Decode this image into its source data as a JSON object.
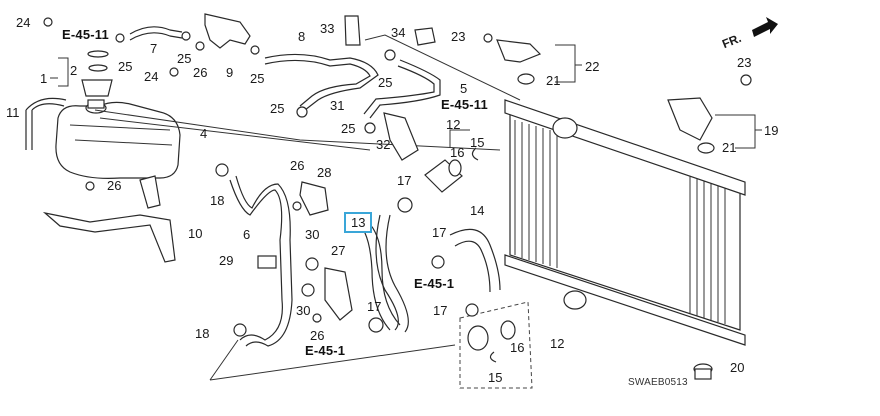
{
  "diagram": {
    "title": "Radiator hose / reserve tank parts diagram",
    "drawing_code": "SWAEB0513",
    "direction_marker": "FR.",
    "highlight_color": "#3aa6d8",
    "highlighted_part": "13",
    "reference_labels": [
      {
        "id": "ref-1",
        "text": "E-45-11"
      },
      {
        "id": "ref-2",
        "text": "E-45-11"
      },
      {
        "id": "ref-3",
        "text": "E-45-1"
      },
      {
        "id": "ref-4",
        "text": "E-45-1"
      }
    ],
    "callouts": [
      {
        "id": "c24a",
        "text": "24"
      },
      {
        "id": "c7",
        "text": "7"
      },
      {
        "id": "c25a",
        "text": "25"
      },
      {
        "id": "c25b",
        "text": "25"
      },
      {
        "id": "c26a",
        "text": "26"
      },
      {
        "id": "c9",
        "text": "9"
      },
      {
        "id": "c25c",
        "text": "25"
      },
      {
        "id": "c8",
        "text": "8"
      },
      {
        "id": "c33",
        "text": "33"
      },
      {
        "id": "c34",
        "text": "34"
      },
      {
        "id": "c23a",
        "text": "23"
      },
      {
        "id": "c22",
        "text": "22"
      },
      {
        "id": "c21a",
        "text": "21"
      },
      {
        "id": "c23b",
        "text": "23"
      },
      {
        "id": "c19",
        "text": "19"
      },
      {
        "id": "c21b",
        "text": "21"
      },
      {
        "id": "c1",
        "text": "1"
      },
      {
        "id": "c2",
        "text": "2"
      },
      {
        "id": "c24b",
        "text": "24"
      },
      {
        "id": "c11",
        "text": "11"
      },
      {
        "id": "c4",
        "text": "4"
      },
      {
        "id": "c25d",
        "text": "25"
      },
      {
        "id": "c5",
        "text": "5"
      },
      {
        "id": "c25e",
        "text": "25"
      },
      {
        "id": "c31",
        "text": "31"
      },
      {
        "id": "c25f",
        "text": "25"
      },
      {
        "id": "c32",
        "text": "32"
      },
      {
        "id": "c12a",
        "text": "12"
      },
      {
        "id": "c16a",
        "text": "16"
      },
      {
        "id": "c15a",
        "text": "15"
      },
      {
        "id": "c26b",
        "text": "26"
      },
      {
        "id": "c18a",
        "text": "18"
      },
      {
        "id": "c26c",
        "text": "26"
      },
      {
        "id": "c28",
        "text": "28"
      },
      {
        "id": "c17a",
        "text": "17"
      },
      {
        "id": "c6",
        "text": "6"
      },
      {
        "id": "c10",
        "text": "10"
      },
      {
        "id": "c14",
        "text": "14"
      },
      {
        "id": "c17b",
        "text": "17"
      },
      {
        "id": "c30a",
        "text": "30"
      },
      {
        "id": "c29",
        "text": "29"
      },
      {
        "id": "c27",
        "text": "27"
      },
      {
        "id": "c30b",
        "text": "30"
      },
      {
        "id": "c17c",
        "text": "17"
      },
      {
        "id": "c17d",
        "text": "17"
      },
      {
        "id": "c26d",
        "text": "26"
      },
      {
        "id": "c18b",
        "text": "18"
      },
      {
        "id": "c16b",
        "text": "16"
      },
      {
        "id": "c12b",
        "text": "12"
      },
      {
        "id": "c15b",
        "text": "15"
      },
      {
        "id": "c20",
        "text": "20"
      }
    ]
  }
}
